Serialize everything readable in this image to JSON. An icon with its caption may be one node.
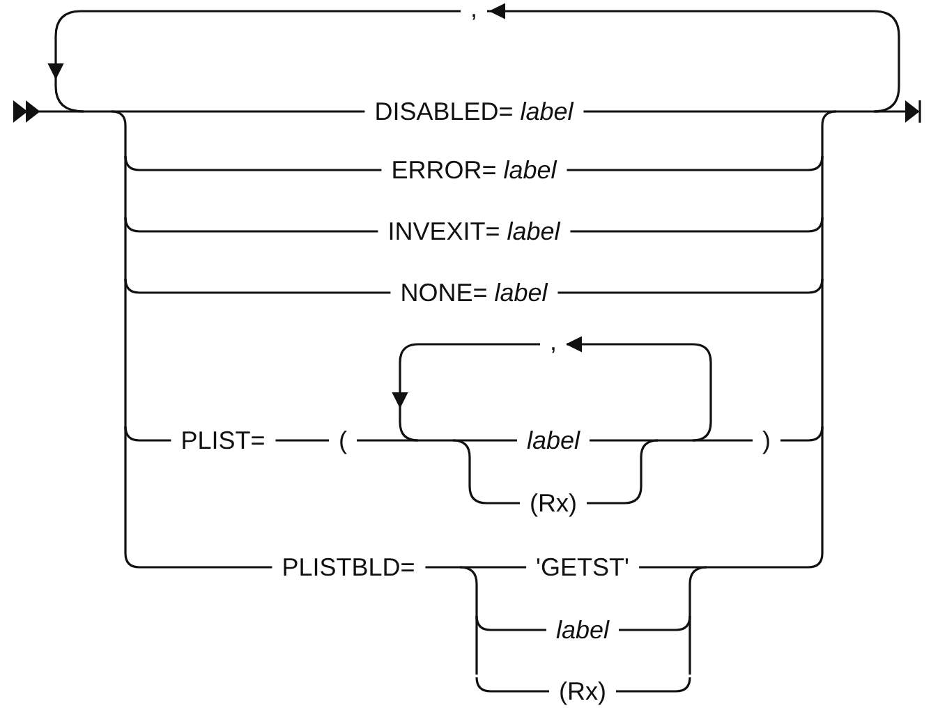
{
  "diagram": {
    "labels": [
      ",",
      "DISABLED= *label*",
      "ERROR= *label*",
      "INVEXIT= *label*",
      "NONE= *label*",
      ",",
      "PLIST=",
      "(",
      "label",
      ")",
      "(Rx)",
      "PLISTBLD=",
      "'GETST'",
      "label",
      "(Rx)"
    ]
  }
}
